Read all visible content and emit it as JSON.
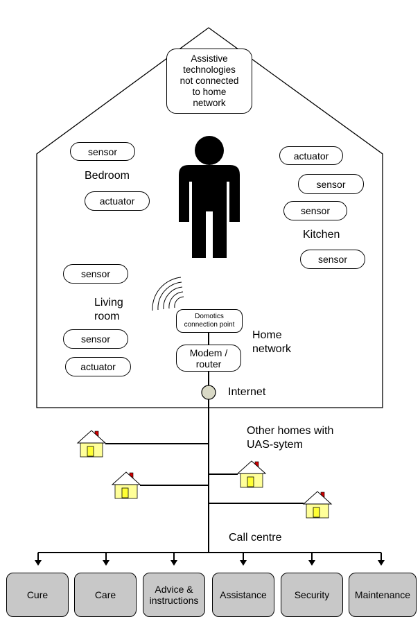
{
  "top_note": "Assistive\ntechnologies\nnot connected\nto home\nnetwork",
  "rooms": {
    "bedroom": "Bedroom",
    "kitchen": "Kitchen",
    "living_room": "Living\nroom"
  },
  "devices": {
    "bedroom_sensor": "sensor",
    "bedroom_actuator": "actuator",
    "kitchen_actuator": "actuator",
    "kitchen_sensor_1": "sensor",
    "kitchen_sensor_2": "sensor",
    "kitchen_sensor_3": "sensor",
    "living_sensor_1": "sensor",
    "living_sensor_2": "sensor",
    "living_actuator": "actuator"
  },
  "network": {
    "domotics": "Domotics\nconnection point",
    "modem": "Modem /\nrouter",
    "home_network": "Home\nnetwork",
    "internet": "Internet",
    "other_homes": "Other homes with\nUAS-sytem",
    "call_centre": "Call centre"
  },
  "services": [
    "Cure",
    "Care",
    "Advice &\ninstructions",
    "Assistance",
    "Security",
    "Maintenance"
  ],
  "colors": {
    "service_fill": "#c8c8c8",
    "house_wall": "#ffff99",
    "house_chimney": "#cc0000",
    "internet_node": "#d9d9c6"
  },
  "icons": [
    "person-icon",
    "wireless-signal-icon",
    "house-icon"
  ]
}
